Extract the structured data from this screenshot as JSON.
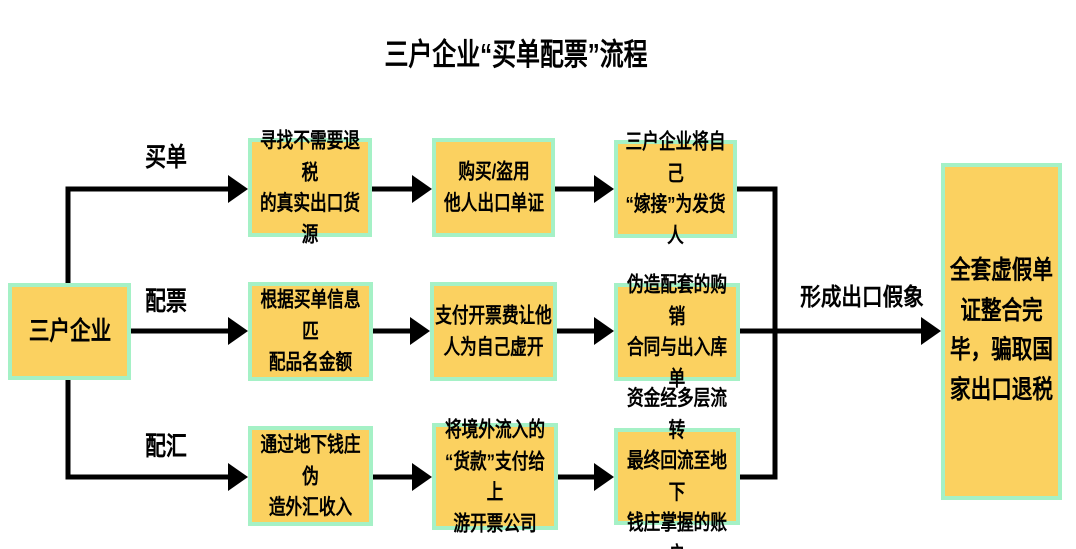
{
  "title": "三户企业“买单配票”流程",
  "colors": {
    "box_fill": "#FBD160",
    "box_border": "#A5F1C6",
    "line_color": "#000000"
  },
  "root": {
    "label": "三户企业"
  },
  "branches": [
    {
      "label": "买单",
      "steps": [
        "寻找不需要退税\n的真实出口货源",
        "购买/盗用\n他人出口单证",
        "三户企业将自己\n“嫁接”为发货人"
      ]
    },
    {
      "label": "配票",
      "steps": [
        "根据买单信息匹\n配品名金额",
        "支付开票费让他\n人为自己虚开",
        "伪造配套的购销\n合同与出入库单"
      ]
    },
    {
      "label": "配汇",
      "steps": [
        "通过地下钱庄伪\n造外汇收入",
        "将境外流入的\n“货款”支付给上\n游开票公司",
        "资金经多层流转\n最终回流至地下\n钱庄掌握的账户"
      ]
    }
  ],
  "convergence_label": "形成出口假象",
  "result": {
    "label": "全套虚假单\n证整合完\n毕，骗取国\n家出口退税"
  }
}
